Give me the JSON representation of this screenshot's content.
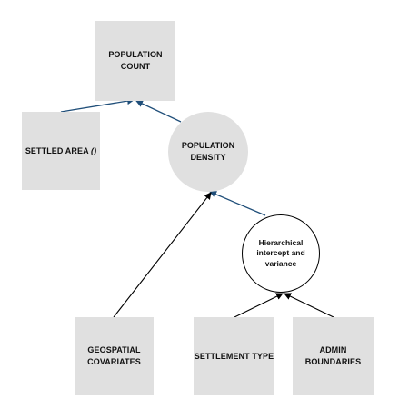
{
  "nodes": {
    "population_count": "POPULATION\nCOUNT",
    "settled_area": "SETTLED AREA",
    "settled_area_suffix": "()",
    "population_density": "POPULATION\nDENSITY",
    "hierarchical": "Hierarchical\nintercept and\nvariance",
    "geospatial_covariates": "GEOSPATIAL\nCOVARIATES",
    "settlement_type": "SETTLEMENT TYPE",
    "admin_boundaries": "ADMIN\nBOUNDARIES"
  },
  "colors": {
    "box_fill": "#e0e0e0",
    "density_fill": "#e0e0e0",
    "hierarchical_fill": "#ffffff",
    "arrow_blue": "#1f4e79",
    "arrow_black": "#000000"
  }
}
